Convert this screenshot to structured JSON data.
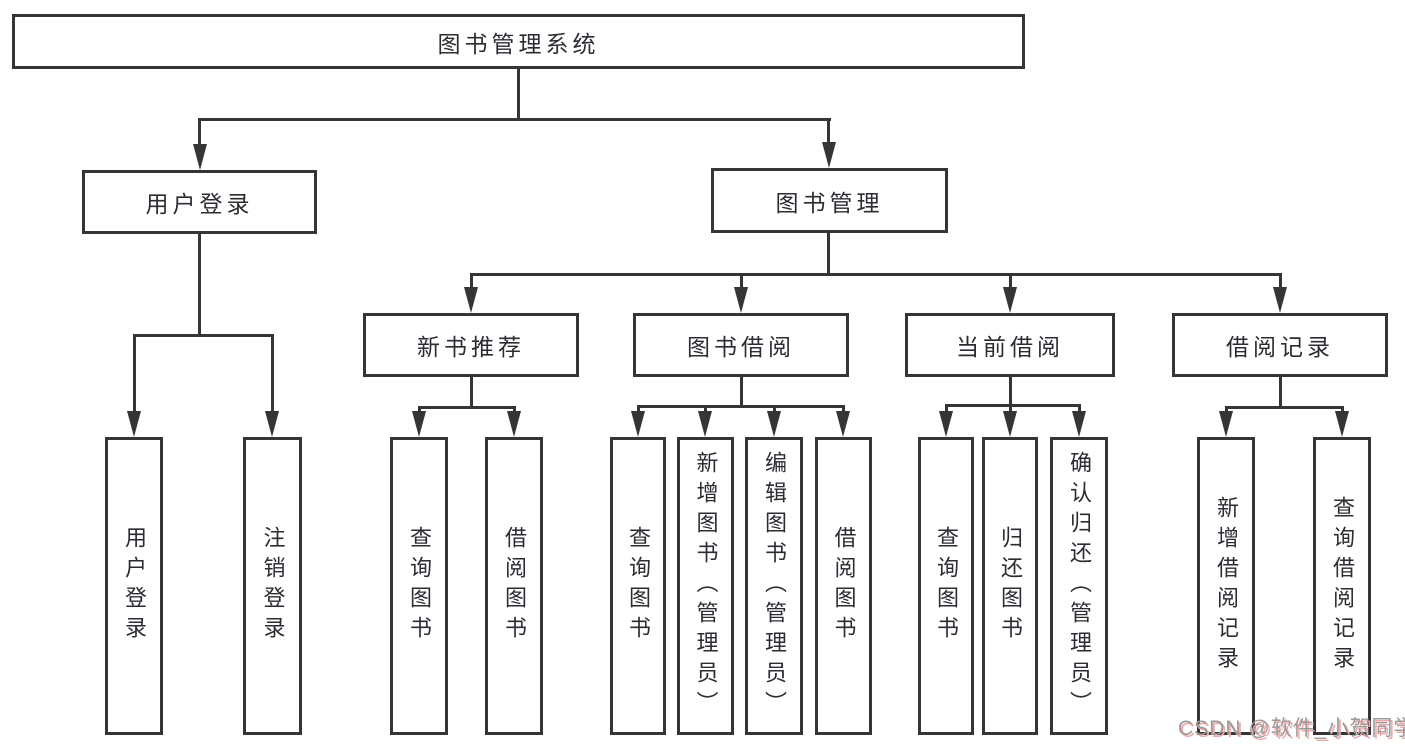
{
  "diagram": {
    "colors": {
      "line": "#353535",
      "box_background": "#ffffff",
      "text": "#2b2d33"
    },
    "tree": {
      "label": "图书管理系统",
      "children": [
        {
          "label": "用户登录",
          "children": [
            {
              "label": "用户登录"
            },
            {
              "label": "注销登录"
            }
          ]
        },
        {
          "label": "图书管理",
          "children": [
            {
              "label": "新书推荐",
              "children": [
                {
                  "label": "查询图书"
                },
                {
                  "label": "借阅图书"
                }
              ]
            },
            {
              "label": "图书借阅",
              "children": [
                {
                  "label": "查询图书"
                },
                {
                  "label": "新增图书（管理员）"
                },
                {
                  "label": "编辑图书（管理员）"
                },
                {
                  "label": "借阅图书"
                }
              ]
            },
            {
              "label": "当前借阅",
              "children": [
                {
                  "label": "查询图书"
                },
                {
                  "label": "归还图书"
                },
                {
                  "label": "确认归还（管理员）"
                }
              ]
            },
            {
              "label": "借阅记录",
              "children": [
                {
                  "label": "新增借阅记录"
                },
                {
                  "label": "查询借阅记录"
                }
              ]
            }
          ]
        }
      ]
    }
  },
  "watermark": {
    "text": "CSDN @软件_小贺同学",
    "color": "#9a9a9a",
    "shadow_color": "#f0a8a8"
  }
}
